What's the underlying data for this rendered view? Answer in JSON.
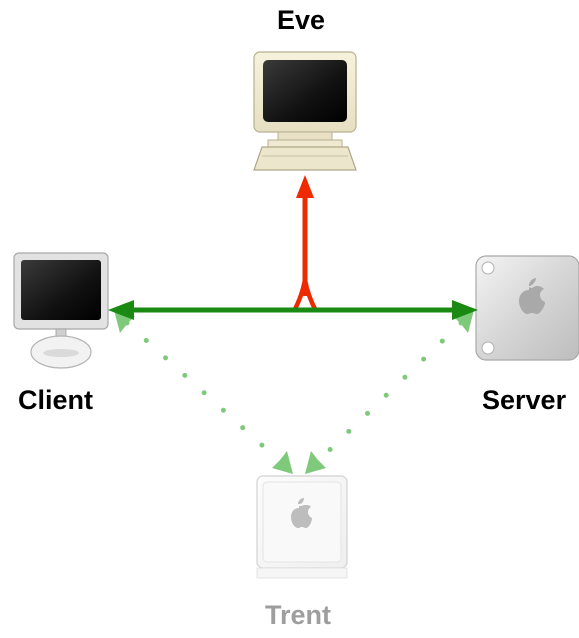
{
  "nodes": {
    "eve": {
      "label": "Eve",
      "icon": "crt-monitor-icon"
    },
    "client": {
      "label": "Client",
      "icon": "imac-icon"
    },
    "server": {
      "label": "Server",
      "icon": "power-mac-tower-icon"
    },
    "trent": {
      "label": "Trent",
      "icon": "mac-cube-icon"
    }
  },
  "links": [
    {
      "from": "client",
      "to": "server",
      "style": "solid",
      "direction": "both",
      "color": "#1a8a12"
    },
    {
      "from": "client-server-link",
      "to": "eve",
      "style": "solid",
      "direction": "to",
      "color": "#ee2a00"
    },
    {
      "from": "trent",
      "to": "client",
      "style": "dotted",
      "direction": "both",
      "color": "#7fc97a"
    },
    {
      "from": "trent",
      "to": "server",
      "style": "dotted",
      "direction": "both",
      "color": "#7fc97a"
    }
  ],
  "colors": {
    "trent_faded": "#9e9e9e"
  }
}
